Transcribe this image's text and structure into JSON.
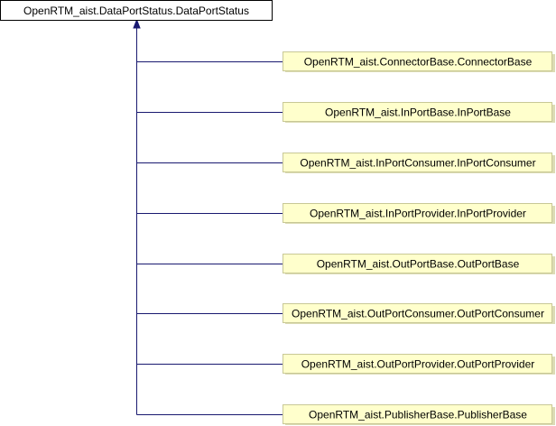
{
  "diagram": {
    "base_class": {
      "label": "OpenRTM_aist.DataPortStatus.DataPortStatus"
    },
    "derived_classes": [
      {
        "label": "OpenRTM_aist.ConnectorBase.ConnectorBase"
      },
      {
        "label": "OpenRTM_aist.InPortBase.InPortBase"
      },
      {
        "label": "OpenRTM_aist.InPortConsumer.InPortConsumer"
      },
      {
        "label": "OpenRTM_aist.InPortProvider.InPortProvider"
      },
      {
        "label": "OpenRTM_aist.OutPortBase.OutPortBase"
      },
      {
        "label": "OpenRTM_aist.OutPortConsumer.OutPortConsumer"
      },
      {
        "label": "OpenRTM_aist.OutPortProvider.OutPortProvider"
      },
      {
        "label": "OpenRTM_aist.PublisherBase.PublisherBase"
      }
    ],
    "colors": {
      "base_fill": "#ffffff",
      "base_border": "#000000",
      "derived_fill": "#ffffcc",
      "derived_border": "#c8c896",
      "derived_shadow": "#dcdcb4",
      "edge": "#191970"
    }
  }
}
